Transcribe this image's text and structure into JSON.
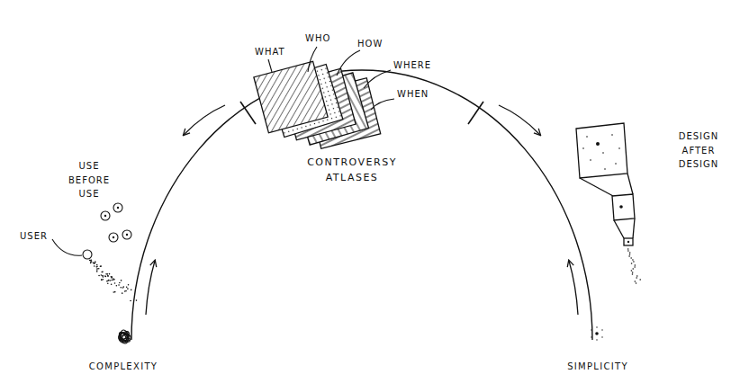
{
  "diagram": {
    "labels": [
      "WHAT",
      "WHO",
      "HOW",
      "WHERE",
      "WHEN",
      "CONTROVERSY ATLASES",
      "USE BEFORE USE",
      "DESIGN AFTER DESIGN",
      "USER",
      "COMPLEXITY",
      "SIMPLICITY"
    ]
  }
}
